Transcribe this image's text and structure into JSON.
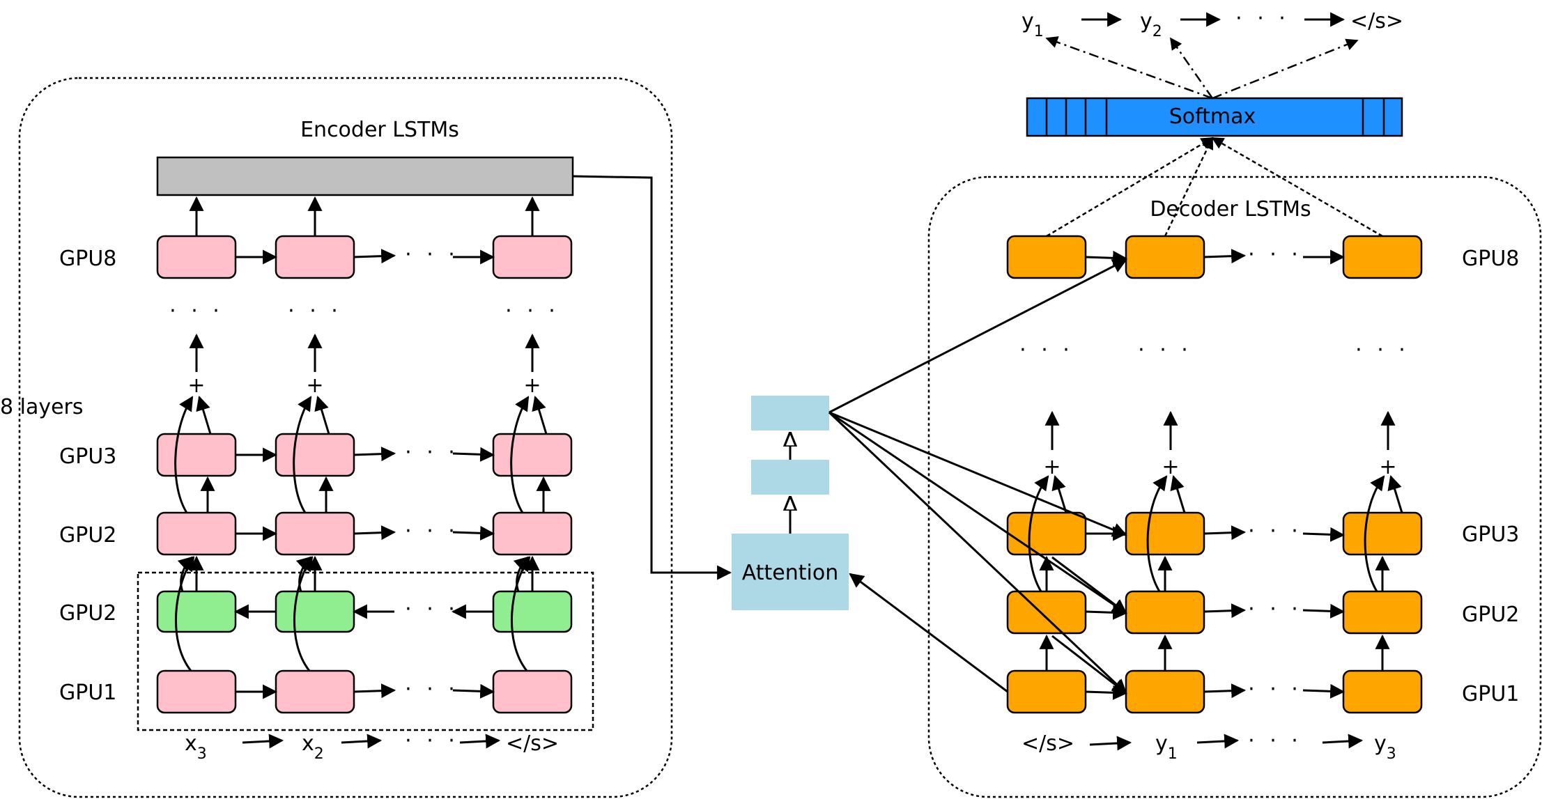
{
  "colors": {
    "encoder_cell": "#ffc0cb",
    "backward_cell": "#90ee90",
    "decoder_cell": "#ffa500",
    "attention": "#add8e6",
    "softmax": "#1e90ff",
    "encoder_top": "#c0c0c0"
  },
  "labels": {
    "encoder_title": "Encoder LSTMs",
    "decoder_title": "Decoder LSTMs",
    "eight_layers": "8 layers",
    "attention": "Attention",
    "softmax": "Softmax",
    "plus": "+",
    "dots": "· · ·"
  },
  "encoder": {
    "gpu_rows": [
      "GPU8",
      "GPU3",
      "GPU2",
      "GPU2",
      "GPU1"
    ],
    "inputs": [
      {
        "base": "x",
        "sub": "3"
      },
      {
        "base": "x",
        "sub": "2"
      },
      {
        "base": "</s>",
        "sub": ""
      }
    ]
  },
  "decoder": {
    "gpu_rows": [
      "GPU8",
      "GPU3",
      "GPU2",
      "GPU1"
    ],
    "inputs": [
      {
        "base": "</s>",
        "sub": ""
      },
      {
        "base": "y",
        "sub": "1"
      },
      {
        "base": "y",
        "sub": "3"
      }
    ],
    "outputs": [
      {
        "base": "y",
        "sub": "1"
      },
      {
        "base": "y",
        "sub": "2"
      },
      {
        "base": "</s>",
        "sub": ""
      }
    ]
  }
}
